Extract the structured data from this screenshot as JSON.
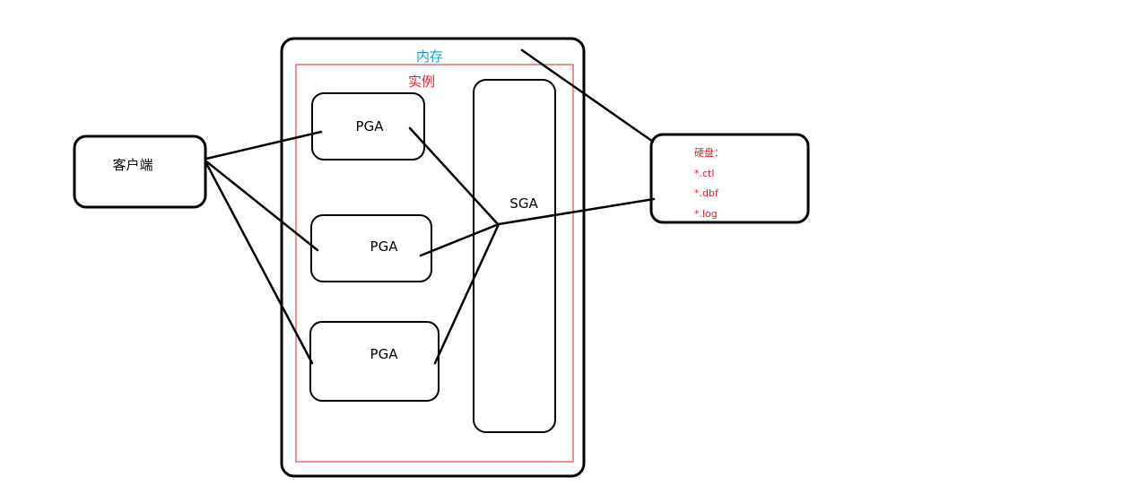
{
  "diagram": {
    "client": {
      "label": "客户端"
    },
    "memory": {
      "label": "内存",
      "color": "#1aa0d8"
    },
    "instance": {
      "label": "实例",
      "color": "#e0202a"
    },
    "pga": [
      {
        "label": "PGA"
      },
      {
        "label": "PGA"
      },
      {
        "label": "PGA"
      }
    ],
    "sga": {
      "label": "SGA"
    },
    "disk": {
      "title": "硬盘：",
      "files": [
        "*.ctl",
        "*.dbf",
        "*.log"
      ],
      "color": "#e0202a"
    }
  }
}
